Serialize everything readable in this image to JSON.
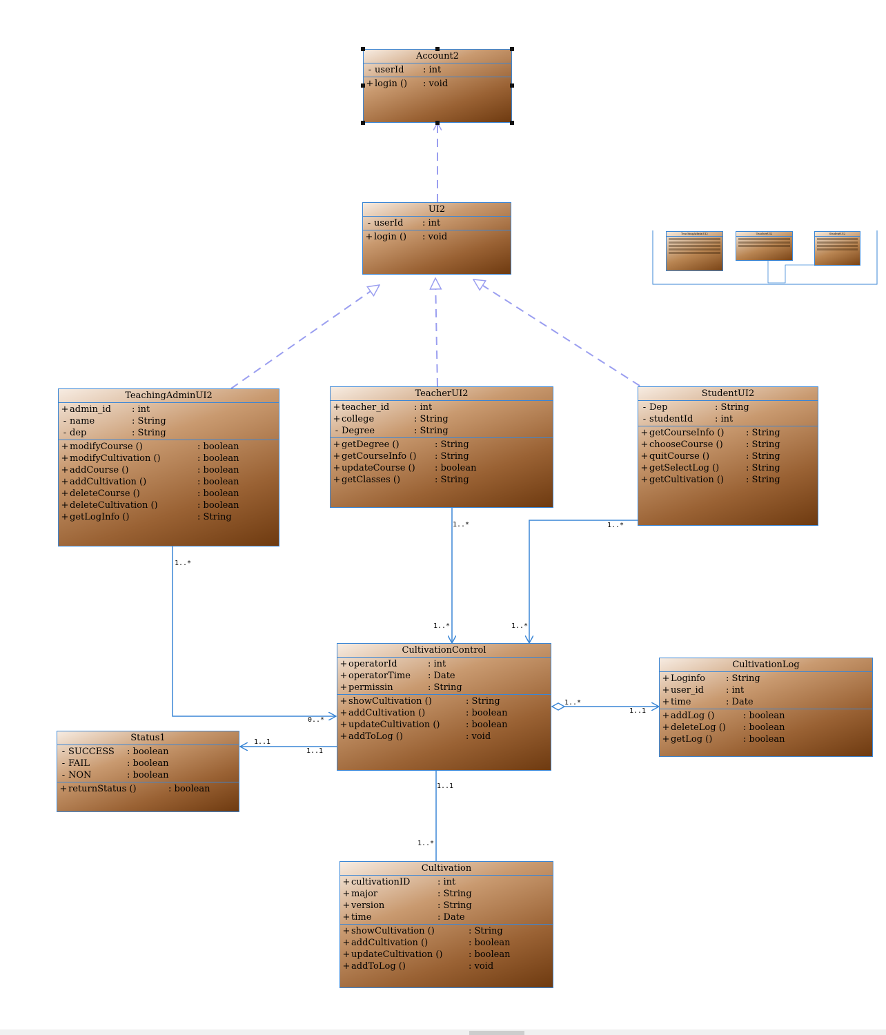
{
  "classes": [
    {
      "id": "account2",
      "title": "Account2",
      "attributes": [
        {
          "vis": "-",
          "name": "userId",
          "type": "int"
        }
      ],
      "methods": [
        {
          "vis": "+",
          "name": "login ()",
          "type": "void"
        }
      ]
    },
    {
      "id": "ui2",
      "title": "UI2",
      "attributes": [
        {
          "vis": "-",
          "name": "userId",
          "type": "int"
        }
      ],
      "methods": [
        {
          "vis": "+",
          "name": "login ()",
          "type": "void"
        }
      ]
    },
    {
      "id": "teachingadmin",
      "title": "TeachingAdminUI2",
      "attributes": [
        {
          "vis": "+",
          "name": "admin_id",
          "type": "int"
        },
        {
          "vis": "-",
          "name": "name",
          "type": "String"
        },
        {
          "vis": "-",
          "name": "dep",
          "type": "String"
        }
      ],
      "methods": [
        {
          "vis": "+",
          "name": "modifyCourse ()",
          "type": "boolean"
        },
        {
          "vis": "+",
          "name": "modifyCultivation ()",
          "type": "boolean"
        },
        {
          "vis": "+",
          "name": "addCourse ()",
          "type": "boolean"
        },
        {
          "vis": "+",
          "name": "addCultivation ()",
          "type": "boolean"
        },
        {
          "vis": "+",
          "name": "deleteCourse ()",
          "type": "boolean"
        },
        {
          "vis": "+",
          "name": "deleteCultivation ()",
          "type": "boolean"
        },
        {
          "vis": "+",
          "name": "getLogInfo ()",
          "type": "String"
        }
      ]
    },
    {
      "id": "teacher",
      "title": "TeacherUI2",
      "attributes": [
        {
          "vis": "+",
          "name": "teacher_id",
          "type": "int"
        },
        {
          "vis": "+",
          "name": "college",
          "type": "String"
        },
        {
          "vis": "-",
          "name": "Degree",
          "type": "String"
        }
      ],
      "methods": [
        {
          "vis": "+",
          "name": "getDegree ()",
          "type": "String"
        },
        {
          "vis": "+",
          "name": "getCourseInfo ()",
          "type": "String"
        },
        {
          "vis": "+",
          "name": "updateCourse ()",
          "type": "boolean"
        },
        {
          "vis": "+",
          "name": "getClasses ()",
          "type": "String"
        }
      ]
    },
    {
      "id": "student",
      "title": "StudentUI2",
      "attributes": [
        {
          "vis": "-",
          "name": "Dep",
          "type": "String"
        },
        {
          "vis": "-",
          "name": "studentId",
          "type": "int"
        }
      ],
      "methods": [
        {
          "vis": "+",
          "name": "getCourseInfo ()",
          "type": "String"
        },
        {
          "vis": "+",
          "name": "chooseCourse ()",
          "type": "String"
        },
        {
          "vis": "+",
          "name": "quitCourse ()",
          "type": "String"
        },
        {
          "vis": "+",
          "name": "getSelectLog ()",
          "type": "String"
        },
        {
          "vis": "+",
          "name": "getCultivation ()",
          "type": "String"
        }
      ]
    },
    {
      "id": "control",
      "title": "CultivationControl",
      "attributes": [
        {
          "vis": "+",
          "name": "operatorId",
          "type": "int"
        },
        {
          "vis": "+",
          "name": "operatorTime",
          "type": "Date"
        },
        {
          "vis": "+",
          "name": "permissin",
          "type": "String"
        }
      ],
      "methods": [
        {
          "vis": "+",
          "name": "showCultivation ()",
          "type": "String"
        },
        {
          "vis": "+",
          "name": "addCultivation ()",
          "type": "boolean"
        },
        {
          "vis": "+",
          "name": "updateCultivation ()",
          "type": "boolean"
        },
        {
          "vis": "+",
          "name": "addToLog ()",
          "type": "void"
        }
      ]
    },
    {
      "id": "log",
      "title": "CultivationLog",
      "attributes": [
        {
          "vis": "+",
          "name": "Loginfo",
          "type": "String"
        },
        {
          "vis": "+",
          "name": "user_id",
          "type": "int"
        },
        {
          "vis": "+",
          "name": "time",
          "type": "Date"
        }
      ],
      "methods": [
        {
          "vis": "+",
          "name": "addLog ()",
          "type": "boolean"
        },
        {
          "vis": "+",
          "name": "deleteLog ()",
          "type": "boolean"
        },
        {
          "vis": "+",
          "name": "getLog ()",
          "type": "boolean"
        }
      ]
    },
    {
      "id": "status",
      "title": "Status1",
      "attributes": [
        {
          "vis": "-",
          "name": "SUCCESS",
          "type": "boolean"
        },
        {
          "vis": "-",
          "name": "FAIL",
          "type": "boolean"
        },
        {
          "vis": "-",
          "name": "NON",
          "type": "boolean"
        }
      ],
      "methods": [
        {
          "vis": "+",
          "name": "returnStatus ()",
          "type": "boolean"
        }
      ]
    },
    {
      "id": "cultivation",
      "title": "Cultivation",
      "attributes": [
        {
          "vis": "+",
          "name": "cultivationID",
          "type": "int"
        },
        {
          "vis": "+",
          "name": "major",
          "type": "String"
        },
        {
          "vis": "+",
          "name": "version",
          "type": "String"
        },
        {
          "vis": "+",
          "name": "time",
          "type": "Date"
        }
      ],
      "methods": [
        {
          "vis": "+",
          "name": "showCultivation ()",
          "type": "String"
        },
        {
          "vis": "+",
          "name": "addCultivation ()",
          "type": "boolean"
        },
        {
          "vis": "+",
          "name": "updateCultivation ()",
          "type": "boolean"
        },
        {
          "vis": "+",
          "name": "addToLog ()",
          "type": "void"
        }
      ]
    }
  ],
  "multiplicities": {
    "admin_to_control_src": "1..*",
    "admin_to_control_dst": "0..*",
    "teacher_to_control_src": "1..*",
    "teacher_to_control_dst": "1..*",
    "student_to_control_src": "1..*",
    "student_to_control_dst": "1..*",
    "control_to_log_src": "1..*",
    "control_to_log_dst": "1..1",
    "control_to_status_src": "1..1",
    "control_to_status_dst": "1..1",
    "control_to_cultivation_src": "1..1",
    "control_to_cultivation_dst": "1..*"
  },
  "minimap": {
    "items": [
      "TeachingAdminUI2",
      "TeacherUI2",
      "StudentUI2"
    ]
  },
  "colors": {
    "border": "#3a86d6",
    "dependency": "#9a9ef0",
    "association": "#3a86d6"
  }
}
